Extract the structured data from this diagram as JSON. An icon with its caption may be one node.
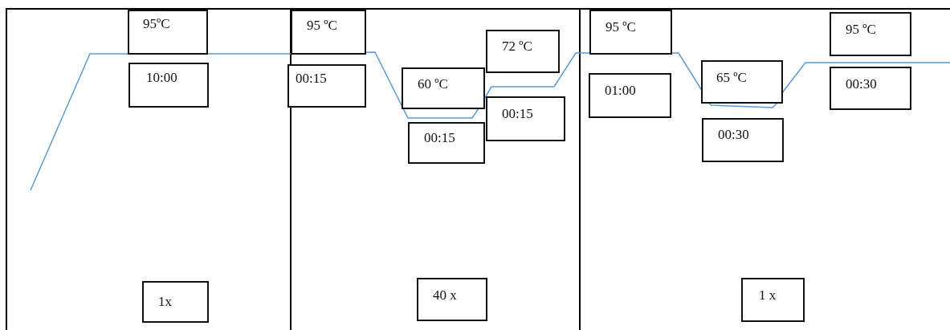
{
  "diagram": {
    "nodes": [
      {
        "text": [
          "95ºC"
        ]
      },
      {
        "text": [
          "10:00"
        ]
      },
      {
        "text": [
          "95 ºC"
        ]
      },
      {
        "text": [
          "00:15"
        ]
      },
      {
        "text": [
          "72 ºC"
        ]
      },
      {
        "text": [
          "60 ºC"
        ]
      },
      {
        "text": [
          "00:15"
        ]
      },
      {
        "text": [
          "00:15"
        ]
      },
      {
        "text": [
          "95 ºC"
        ]
      },
      {
        "text": [
          "01:00"
        ]
      },
      {
        "text": [
          "65 ºC"
        ]
      },
      {
        "text": [
          "00:30"
        ]
      },
      {
        "text": [
          "95 ºC"
        ]
      },
      {
        "text": [
          "00:30"
        ]
      },
      {
        "text": [
          "1x"
        ]
      },
      {
        "text": [
          "40 x"
        ]
      },
      {
        "text": [
          "1 x"
        ]
      }
    ]
  }
}
